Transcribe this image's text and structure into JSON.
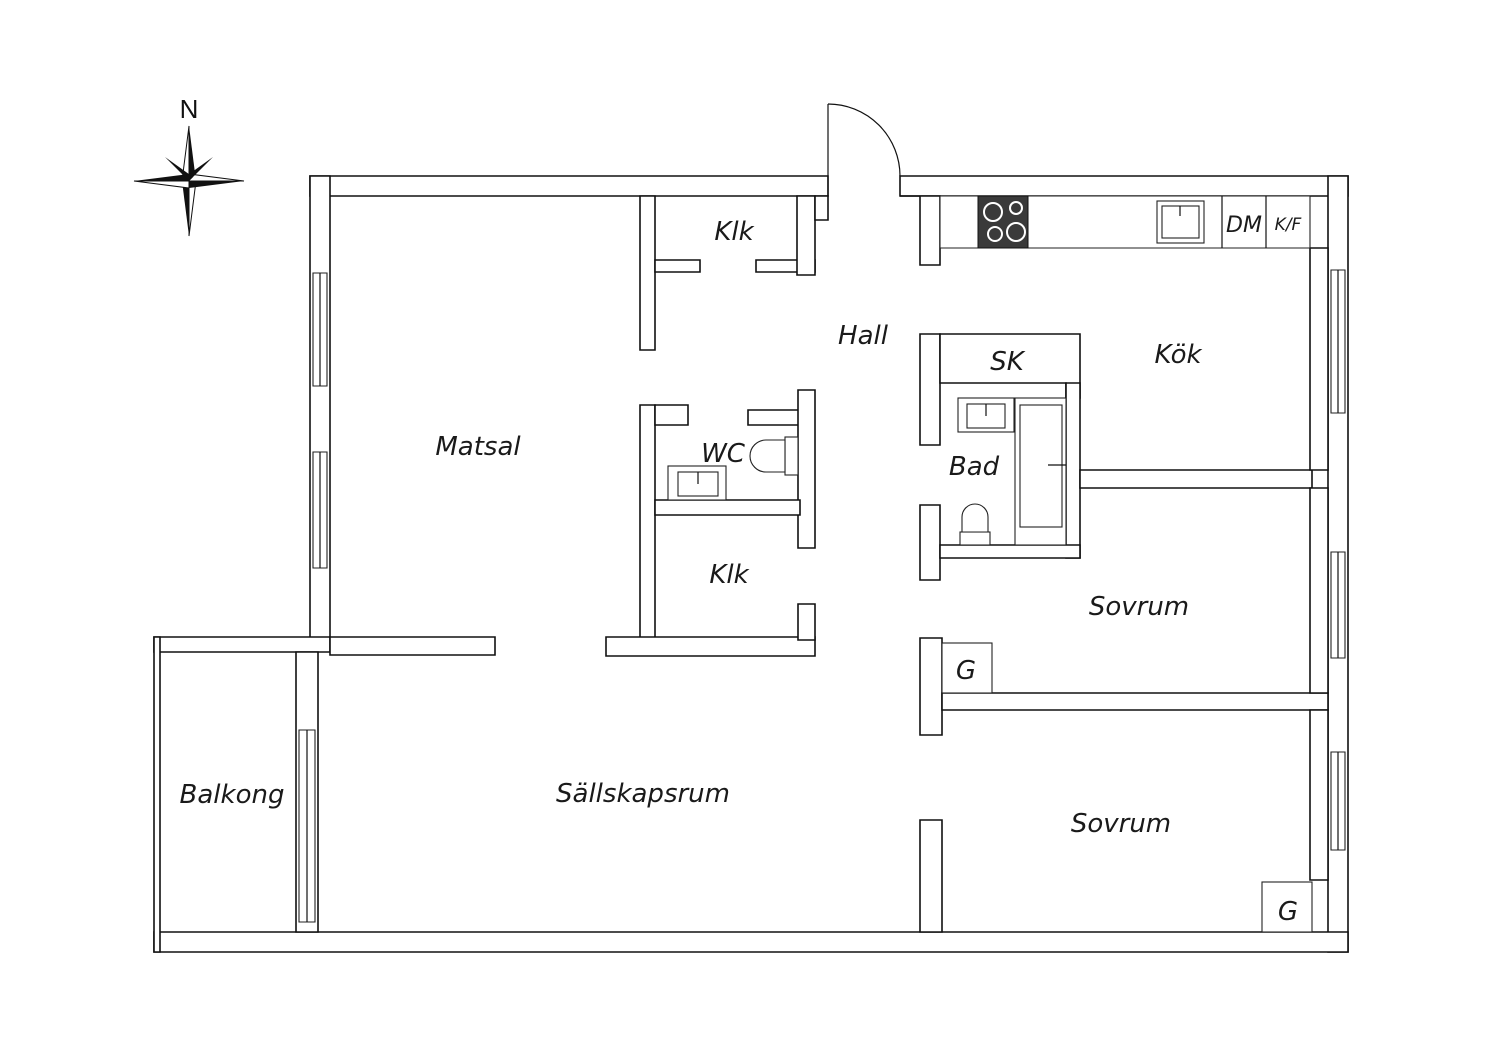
{
  "compass": {
    "north_label": "N",
    "icon": "compass-rose-icon"
  },
  "rooms": {
    "matsal": "Matsal",
    "hall": "Hall",
    "klk_top": "Klk",
    "klk_mid": "Klk",
    "wc": "WC",
    "sk": "SK",
    "kok": "Kök",
    "bad": "Bad",
    "sovrum_1": "Sovrum",
    "sovrum_2": "Sovrum",
    "sallskapsrum": "Sällskapsrum",
    "balkong": "Balkong",
    "g_1": "G",
    "g_2": "G"
  },
  "appliances": {
    "dishwasher": "DM",
    "fridge_freezer": "K/F"
  },
  "fixtures": [
    "stove-icon",
    "sink-icon",
    "toilet-icon",
    "bathtub-icon",
    "washbasin-icon"
  ]
}
